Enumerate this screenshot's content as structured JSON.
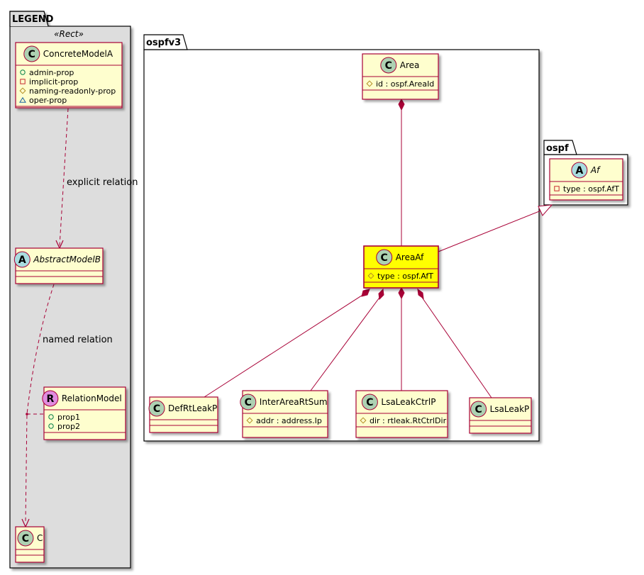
{
  "colors": {
    "border": "#a80036",
    "class_fill": "#fefece",
    "highlight_fill": "#ffff00",
    "legend_fill": "#dddddd",
    "circle_c": "#add1b2",
    "circle_a": "#a9dcdf",
    "circle_r": "#e08cdf"
  },
  "packages": {
    "legend": {
      "title": "LEGEND",
      "stereotype": "«Rect»"
    },
    "ospfv3": {
      "title": "ospfv3"
    },
    "ospf": {
      "title": "ospf"
    }
  },
  "classes": {
    "concrete_model_a": {
      "circle": "C",
      "name": "ConcreteModelA",
      "attrs": [
        {
          "icon": "public-icon",
          "text": "admin-prop"
        },
        {
          "icon": "private-icon",
          "text": "implicit-prop"
        },
        {
          "icon": "protected-icon",
          "text": "naming-readonly-prop"
        },
        {
          "icon": "package-icon",
          "text": "oper-prop"
        }
      ]
    },
    "abstract_model_b": {
      "circle": "A",
      "name": "AbstractModelB",
      "attrs": []
    },
    "relation_model": {
      "circle": "R",
      "name": "RelationModel",
      "attrs": [
        {
          "icon": "public-icon",
          "text": "prop1"
        },
        {
          "icon": "public-icon",
          "text": "prop2"
        }
      ]
    },
    "c": {
      "circle": "C",
      "name": "C",
      "attrs": []
    },
    "area": {
      "circle": "C",
      "name": "Area",
      "attrs": [
        {
          "icon": "protected-icon",
          "text": "id : ospf.AreaId"
        }
      ]
    },
    "area_af": {
      "circle": "C",
      "name": "AreaAf",
      "attrs": [
        {
          "icon": "protected-icon",
          "text": "type : ospf.AfT"
        }
      ]
    },
    "af": {
      "circle": "A",
      "name": "Af",
      "attrs": [
        {
          "icon": "private-icon",
          "text": "type : ospf.AfT"
        }
      ]
    },
    "def_rt_leak_p": {
      "circle": "C",
      "name": "DefRtLeakP",
      "attrs": []
    },
    "inter_area_rt_sum": {
      "circle": "C",
      "name": "InterAreaRtSum",
      "attrs": [
        {
          "icon": "protected-icon",
          "text": "addr : address.Ip"
        }
      ]
    },
    "lsa_leak_ctrl_p": {
      "circle": "C",
      "name": "LsaLeakCtrlP",
      "attrs": [
        {
          "icon": "protected-icon",
          "text": "dir : rtleak.RtCtrlDir"
        }
      ]
    },
    "lsa_leak_p": {
      "circle": "C",
      "name": "LsaLeakP",
      "attrs": []
    }
  },
  "relations": {
    "explicit": "explicit relation",
    "named": "named relation"
  }
}
